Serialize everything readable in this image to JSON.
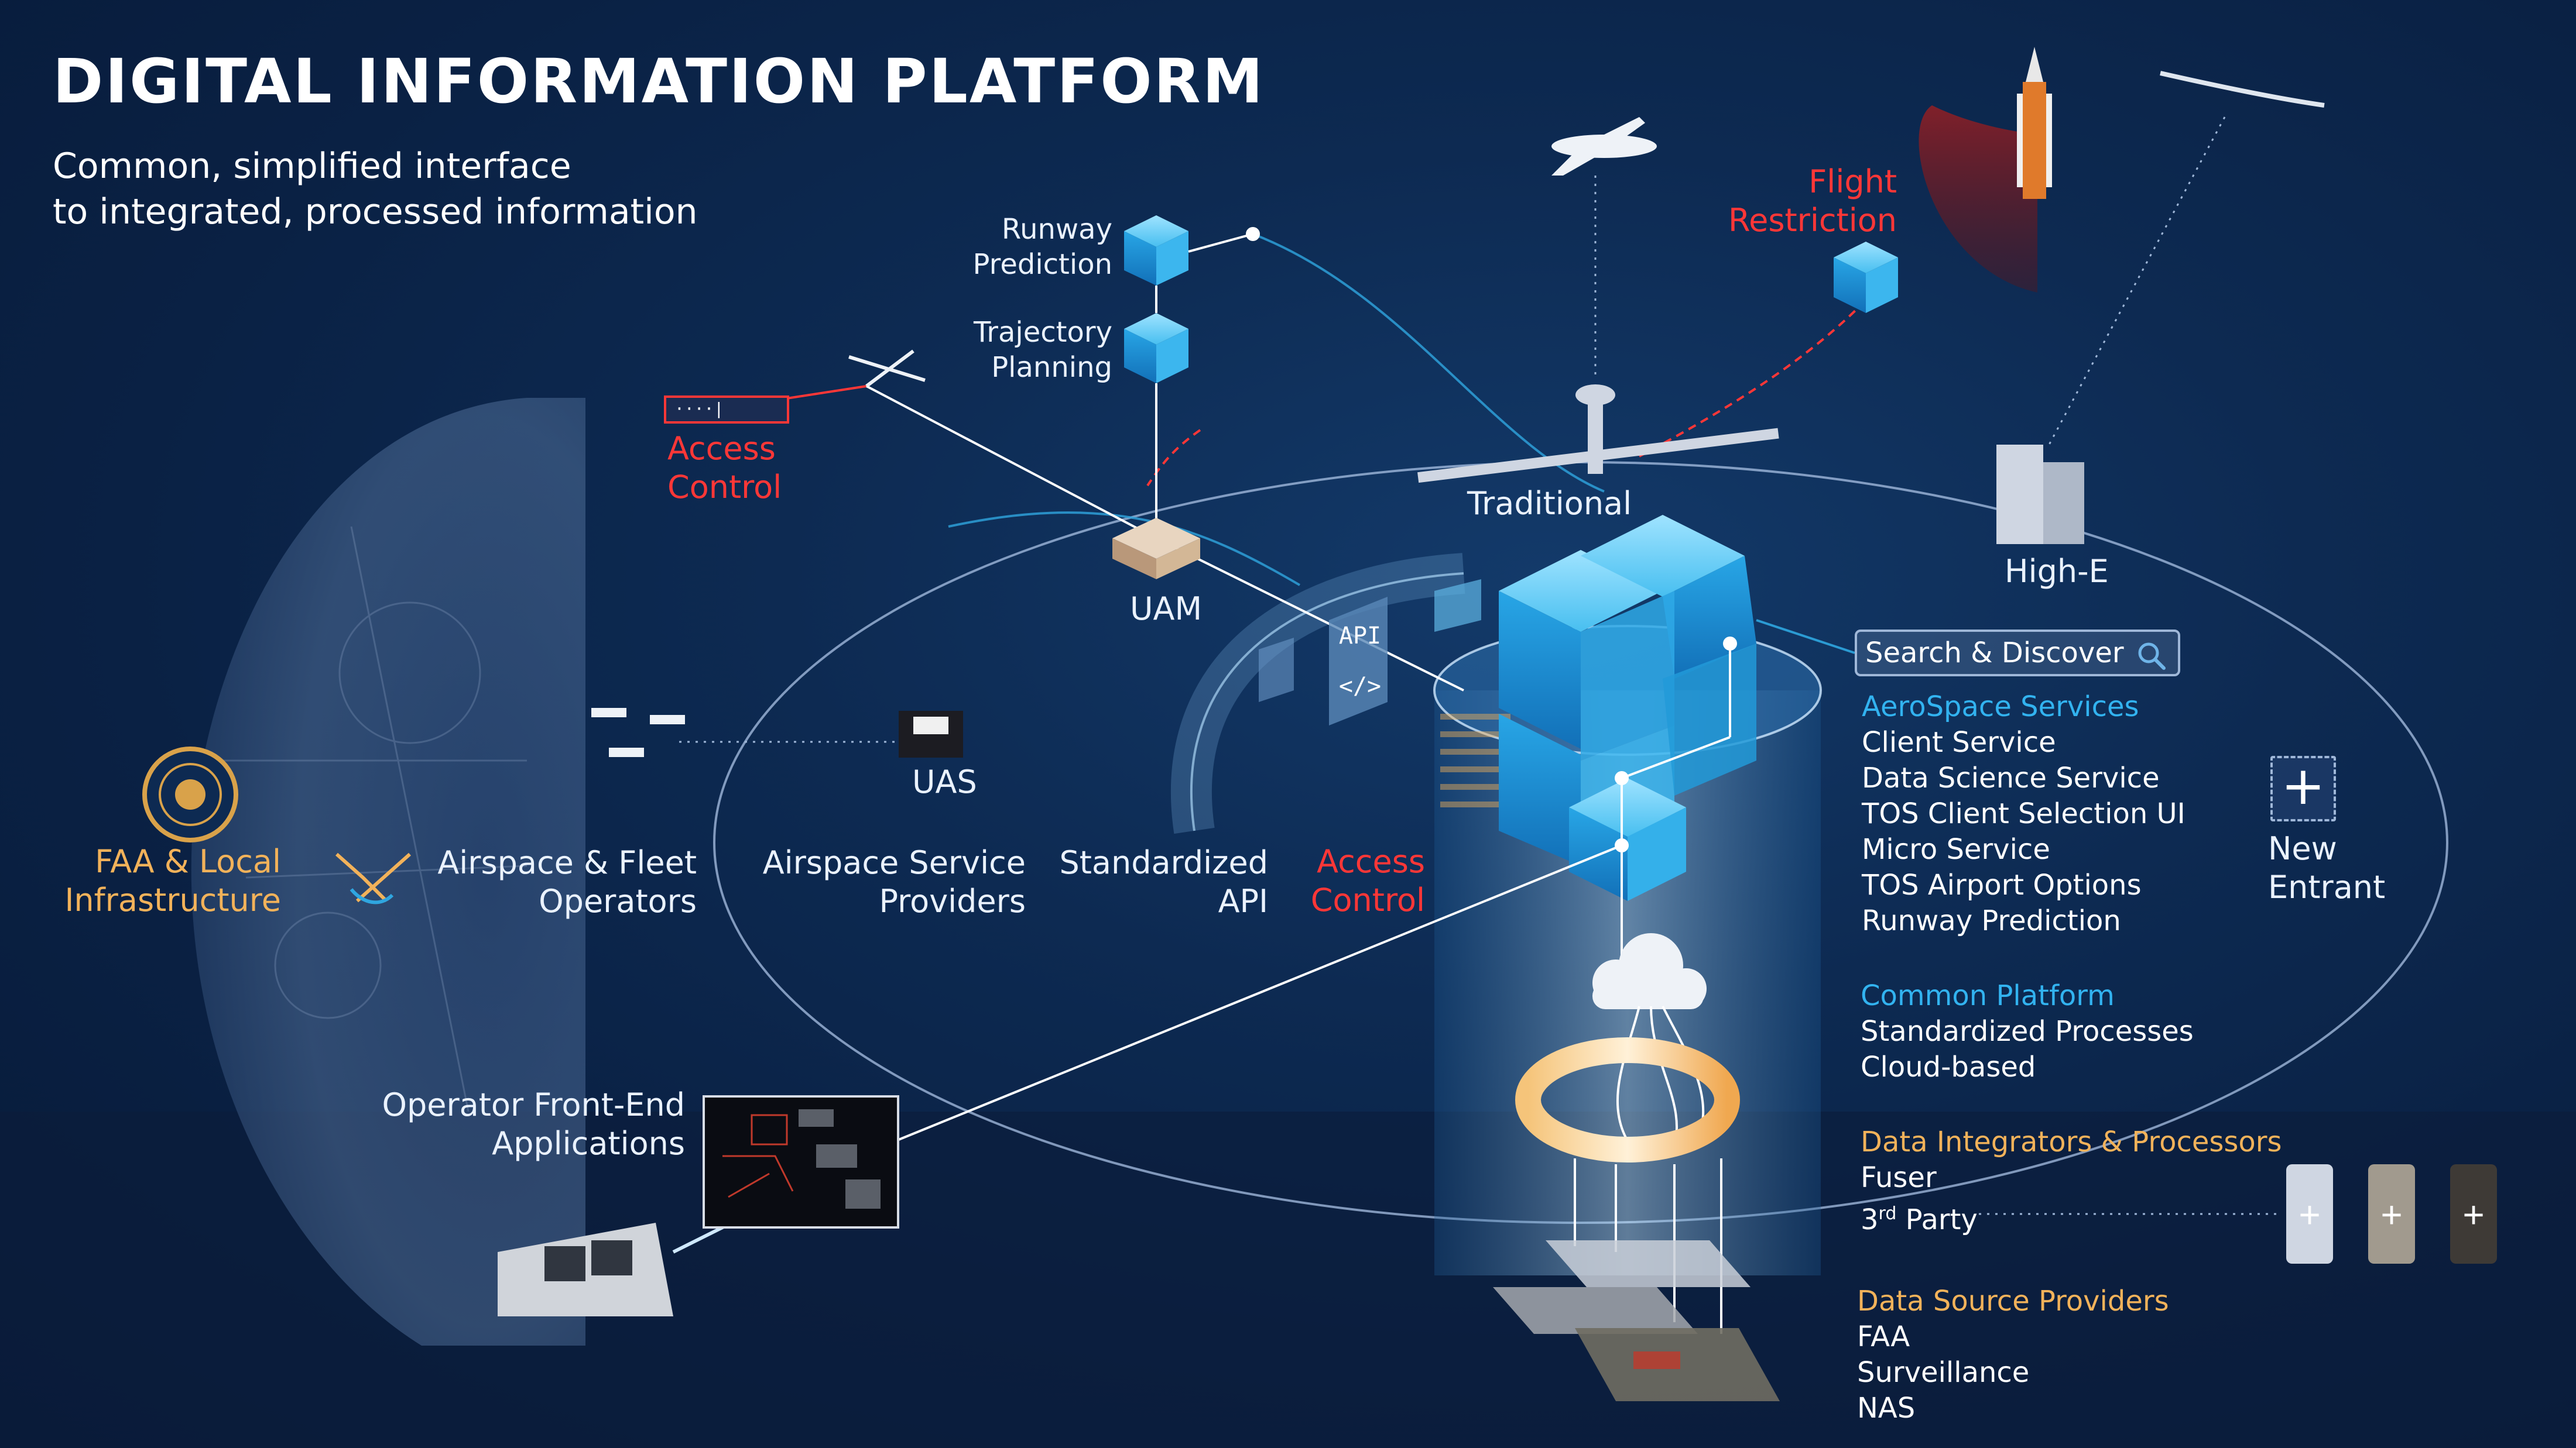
{
  "title": "DIGITAL INFORMATION PLATFORM",
  "subtitle": {
    "line1": "Common, simplified interface",
    "line2": "to integrated, processed information"
  },
  "labels": {
    "runway_prediction": [
      "Runway",
      "Prediction"
    ],
    "trajectory_planning": [
      "Trajectory",
      "Planning"
    ],
    "access_control_top": [
      "Access",
      "Control"
    ],
    "access_control_mid": [
      "Access",
      "Control"
    ],
    "flight_restriction": [
      "Flight",
      "Restriction"
    ],
    "traditional": "Traditional",
    "high_e": "High-E",
    "uam": "UAM",
    "uas": "UAS",
    "faa_local": [
      "FAA & Local",
      "Infrastructure"
    ],
    "airspace_fleet": [
      "Airspace & Fleet",
      "Operators"
    ],
    "airspace_service": [
      "Airspace Service",
      "Providers"
    ],
    "standardized_api": [
      "Standardized",
      "API"
    ],
    "new_entrant": [
      "New",
      "Entrant"
    ],
    "operator_frontend": [
      "Operator Front-End",
      "Applications"
    ],
    "api_badge": [
      "API",
      "</>"
    ]
  },
  "search": {
    "label": "Search & Discover"
  },
  "aerospace_services": {
    "heading": "AeroSpace Services",
    "items": [
      "Client Service",
      "Data Science Service",
      "TOS Client Selection UI",
      "Micro Service",
      "TOS Airport Options",
      "Runway Prediction"
    ]
  },
  "common_platform": {
    "heading": "Common Platform",
    "items": [
      "Standardized Processes",
      "Cloud-based"
    ]
  },
  "data_integrators": {
    "heading": "Data Integrators & Processors",
    "items": [
      "Fuser"
    ],
    "third_party_base": "3",
    "third_party_sup": "rd",
    "third_party_rest": " Party"
  },
  "data_sources": {
    "heading": "Data Source Providers",
    "items": [
      "FAA",
      "Surveillance",
      "NAS"
    ]
  },
  "new_entrant_plus": "+",
  "access_box_text": "····|",
  "colors": {
    "accent_blue": "#32b3f0",
    "red": "#ff3737",
    "orange": "#f2b25a",
    "background": "#0d2a52"
  }
}
